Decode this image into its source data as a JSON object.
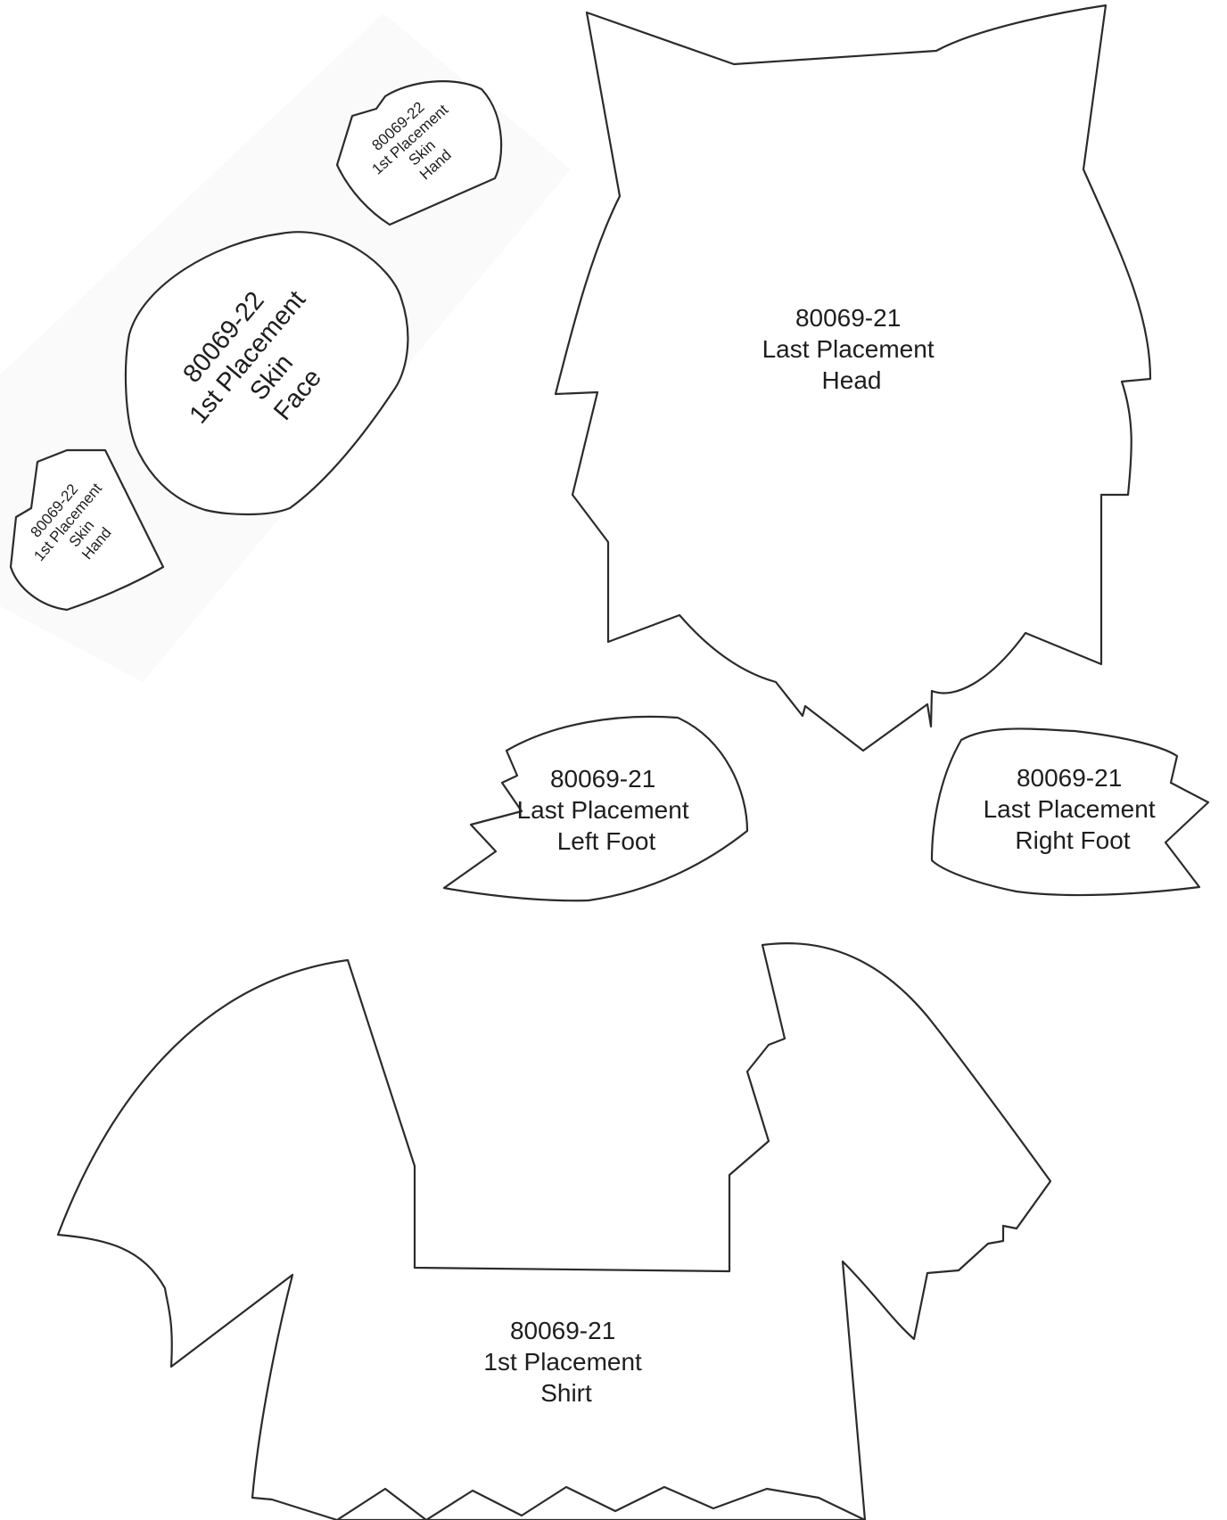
{
  "pieces": {
    "hand_top": {
      "line1": "80069-22",
      "line2": "1st Placement",
      "line3": "Skin",
      "line4": "Hand"
    },
    "face": {
      "line1": "80069-22",
      "line2": "1st Placement",
      "line3": "Skin",
      "line4": "Face"
    },
    "hand_left": {
      "line1": "80069-22",
      "line2": "1st Placement",
      "line3": "Skin",
      "line4": "Hand"
    },
    "head": {
      "line1": "80069-21",
      "line2": "Last Placement",
      "line3": "Head"
    },
    "left_foot": {
      "line1": "80069-21",
      "line2": "Last Placement",
      "line3": "Left Foot"
    },
    "right_foot": {
      "line1": "80069-21",
      "line2": "Last Placement",
      "line3": "Right Foot"
    },
    "shirt": {
      "line1": "80069-21",
      "line2": "1st Placement",
      "line3": "Shirt"
    }
  },
  "colors": {
    "outline": "#2b2b2b",
    "text": "#1e1e1e",
    "background": "#ffffff",
    "paper_patch": "#fafafa"
  }
}
